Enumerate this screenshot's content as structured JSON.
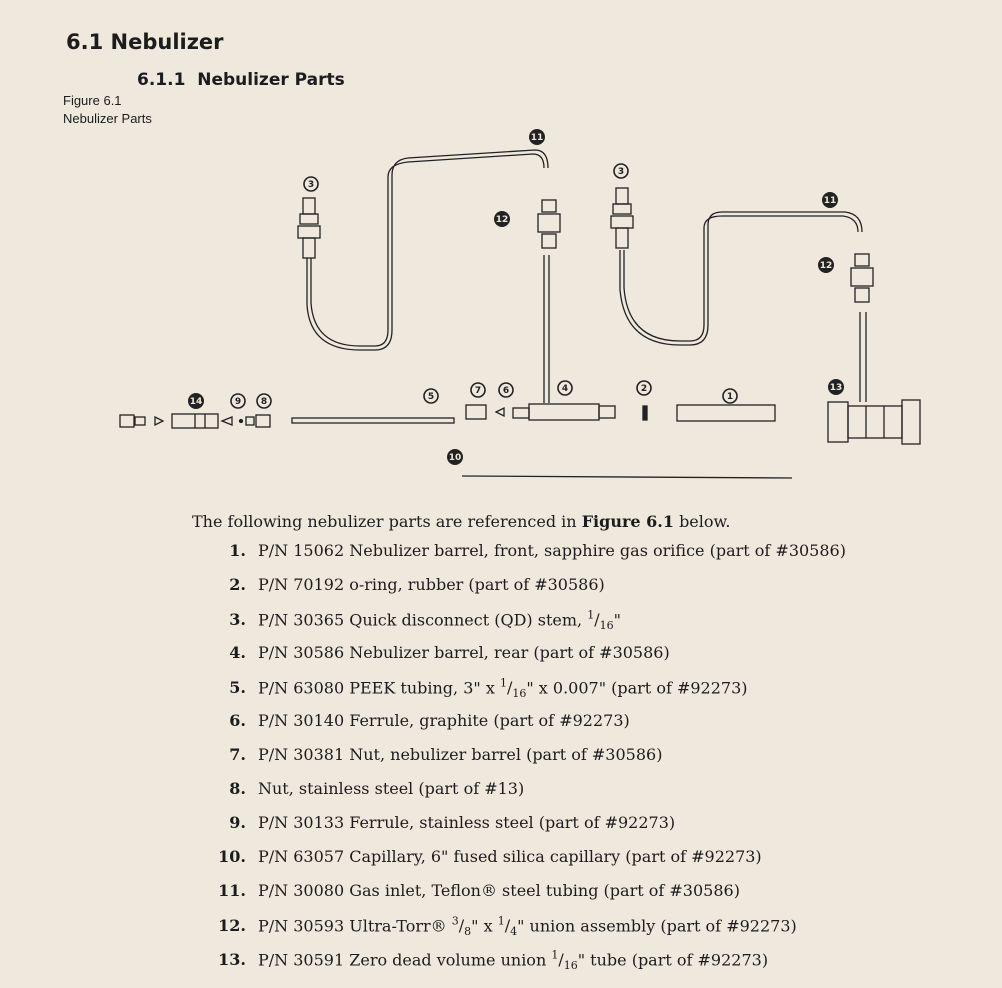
{
  "section": {
    "number": "6.1",
    "title": "Nebulizer"
  },
  "subsection": {
    "number": "6.1.1",
    "title": "Nebulizer Parts"
  },
  "figure": {
    "label": "Figure 6.1",
    "caption": "Nebulizer Parts",
    "callouts": [
      "1",
      "2",
      "3",
      "4",
      "5",
      "6",
      "7",
      "8",
      "9",
      "10",
      "11",
      "12",
      "13",
      "14"
    ]
  },
  "intro": {
    "text": "The following nebulizer parts are referenced in",
    "ref": "Figure 6.1",
    "after": "below."
  },
  "parts": [
    {
      "n": "1.",
      "pre": "P/N 15062 Nebulizer barrel, front, sapphire gas orifice (part of #30586)"
    },
    {
      "n": "2.",
      "pre": "P/N 70192 o-ring, rubber (part of #30586)"
    },
    {
      "n": "3.",
      "pre": "P/N 30365 Quick disconnect (QD) stem, ",
      "sup": "1",
      "sub": "16",
      "post": "\""
    },
    {
      "n": "4.",
      "pre": "P/N 30586 Nebulizer barrel, rear (part of #30586)"
    },
    {
      "n": "5.",
      "pre": "P/N 63080 PEEK tubing, 3\" x ",
      "sup": "1",
      "sub": "16",
      "post": "\" x 0.007\" (part of #92273)"
    },
    {
      "n": "6.",
      "pre": "P/N 30140 Ferrule, graphite (part of #92273)"
    },
    {
      "n": "7.",
      "pre": "P/N 30381 Nut, nebulizer barrel (part of #30586)"
    },
    {
      "n": "8.",
      "pre": "Nut, stainless steel (part of #13)"
    },
    {
      "n": "9.",
      "pre": "P/N 30133 Ferrule, stainless steel (part of #92273)"
    },
    {
      "n": "10.",
      "pre": "P/N 63057 Capillary, 6\" fused silica capillary (part of #92273)"
    },
    {
      "n": "11.",
      "pre": "P/N 30080 Gas inlet, Teflon® steel tubing (part of #30586)"
    },
    {
      "n": "12.",
      "pre": "P/N 30593 Ultra-Torr® ",
      "sup": "3",
      "sub": "8",
      "post": "\" x ",
      "sup2": "1",
      "sub2": "4",
      "post2": "\" union assembly (part of #92273)"
    },
    {
      "n": "13.",
      "pre": "P/N 30591 Zero dead volume union ",
      "sup": "1",
      "sub": "16",
      "post": "\" tube (part of #92273)"
    }
  ]
}
